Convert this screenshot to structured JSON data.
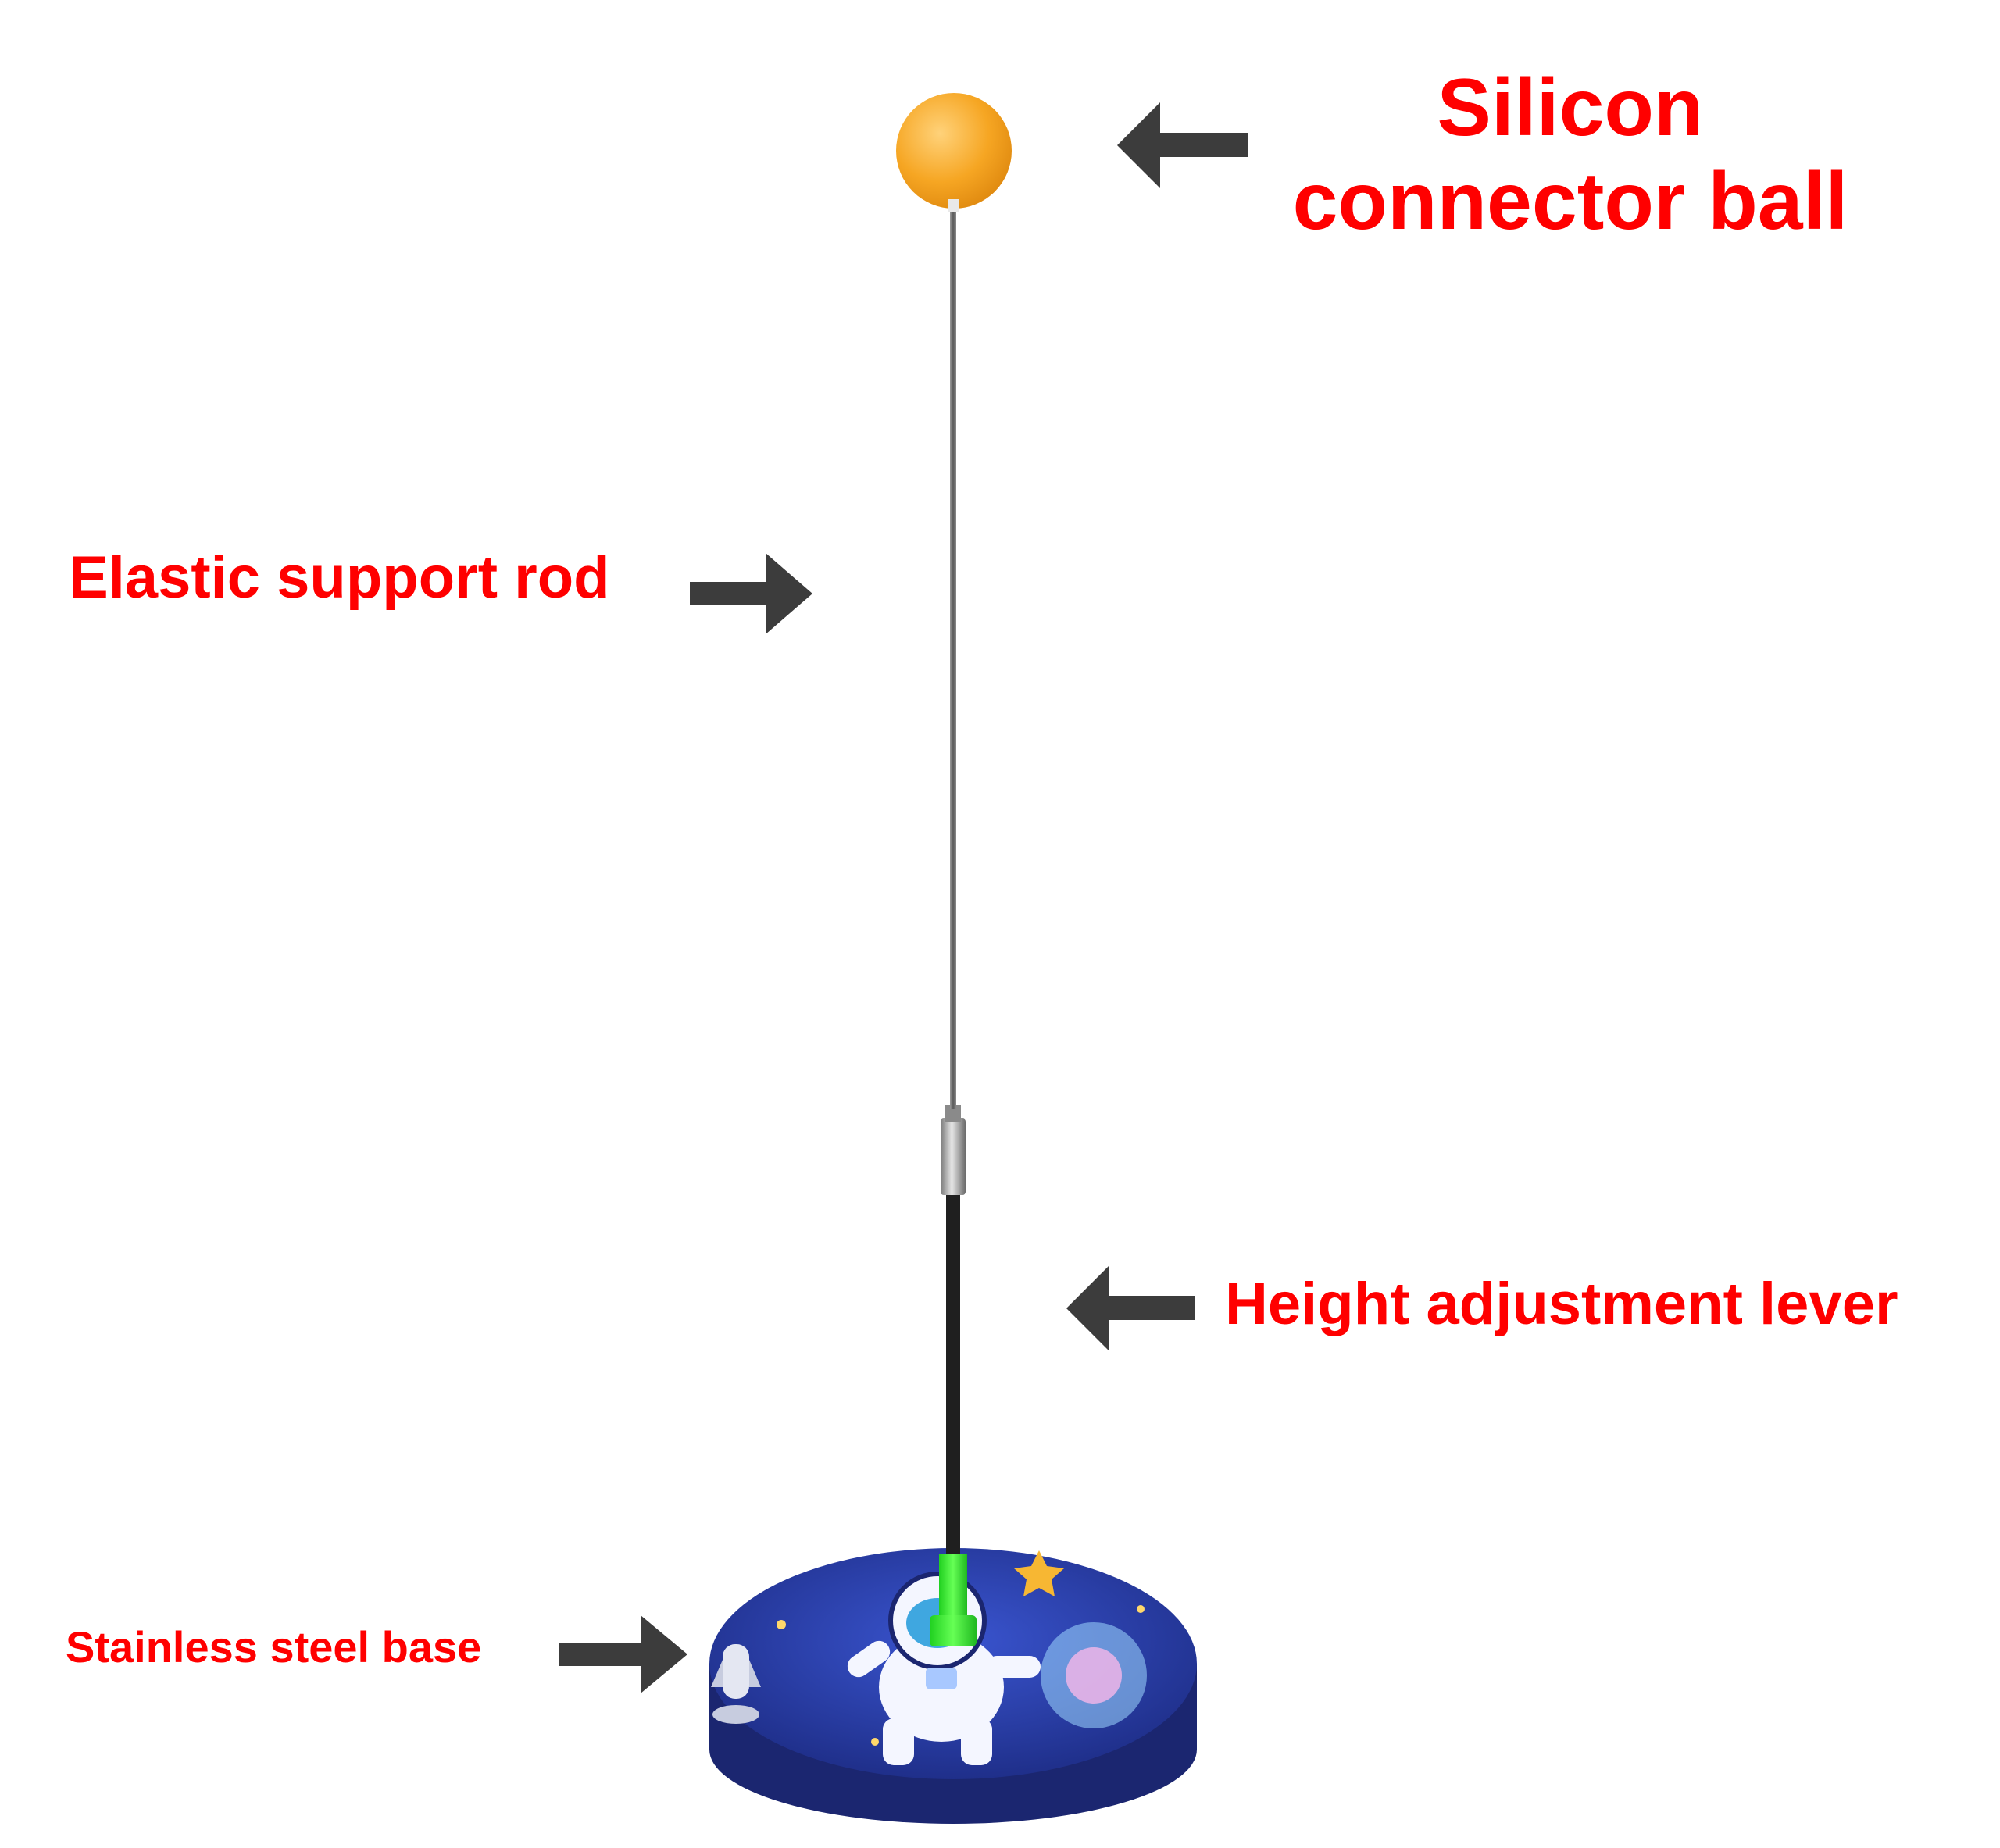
{
  "labels": {
    "ball_line1": "Silicon",
    "ball_line2": "connector ball",
    "rod": "Elastic support rod",
    "lever": "Height adjustment lever",
    "base": "Stainless steel base"
  },
  "colors": {
    "label_text": "#ff0000",
    "arrow": "#3c3c3c",
    "ball": "#f6a623",
    "rod": "#6e6e6e",
    "lever": "#1f1f1f",
    "connector": "#39ff2a",
    "base_disc": "#2b3fb0",
    "background": "#ffffff"
  },
  "icons": {
    "ball_arrow": "arrow-left-icon",
    "rod_arrow": "arrow-right-icon",
    "lever_arrow": "arrow-left-icon",
    "base_arrow": "arrow-right-icon"
  }
}
